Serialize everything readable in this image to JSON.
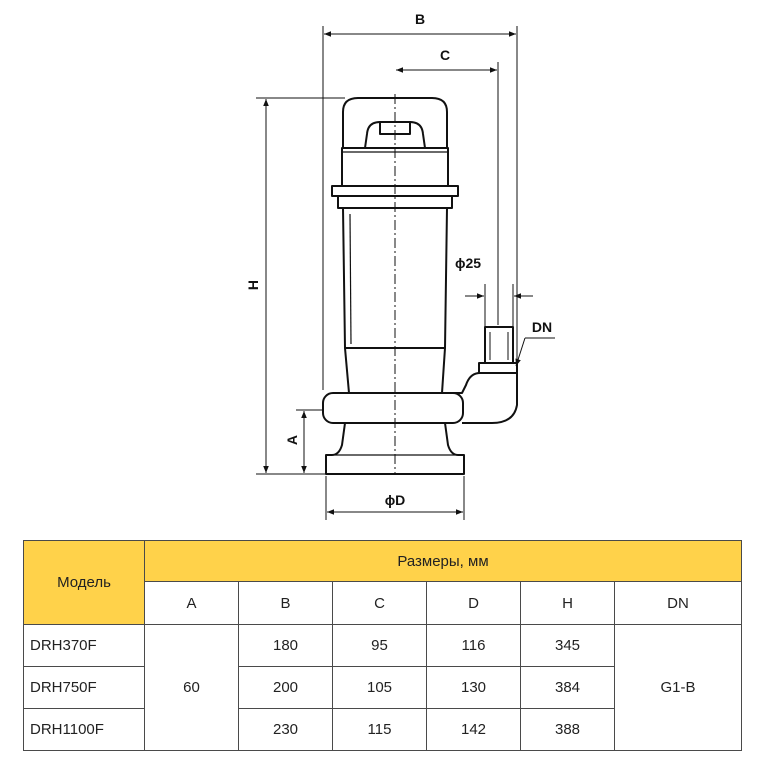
{
  "drawing": {
    "dimension_labels": {
      "b": "B",
      "c": "C",
      "h": "H",
      "a": "A",
      "d": "ϕD",
      "d25": "ϕ25",
      "dn": "DN"
    }
  },
  "table": {
    "header_fill": "#ffd24a",
    "model_header": "Модель",
    "group_header": "Размеры, мм",
    "columns": [
      "A",
      "B",
      "C",
      "D",
      "H",
      "DN"
    ],
    "shared": {
      "A": "60",
      "DN": "G1-B"
    },
    "rows": [
      {
        "model": "DRH370F",
        "B": "180",
        "C": "95",
        "D": "116",
        "H": "345"
      },
      {
        "model": "DRH750F",
        "B": "200",
        "C": "105",
        "D": "130",
        "H": "384"
      },
      {
        "model": "DRH1100F",
        "B": "230",
        "C": "115",
        "D": "142",
        "H": "388"
      }
    ]
  }
}
